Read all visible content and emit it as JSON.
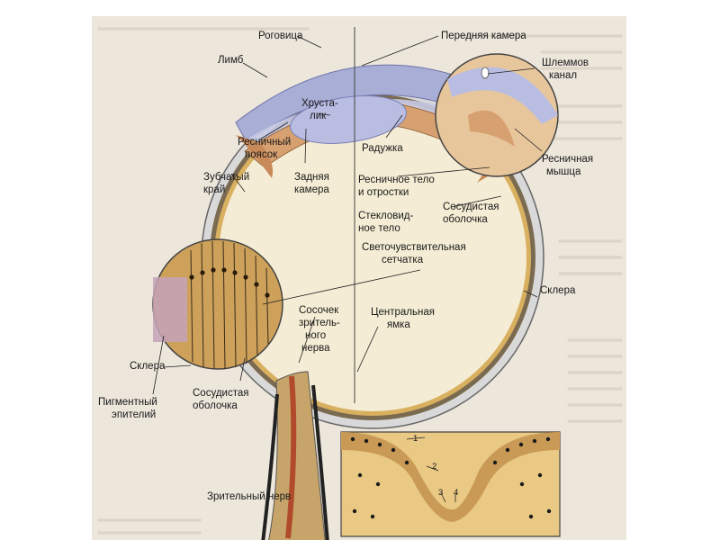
{
  "colors": {
    "background_page": "#ece6db",
    "cornea": "#a9aed6",
    "iris": "#d7a070",
    "lens": "#b9bde2",
    "vitreous": "#f4ecd4",
    "retina": "#d9b060",
    "choroid": "#7a6a50",
    "sclera": "#d9d9d9",
    "nerve": "#c7a56a",
    "vessel": "#b04a2a"
  },
  "labels": {
    "cornea": "Роговица",
    "anterior_chamber": "Передняя камера",
    "limbus": "Лимб",
    "schlemm_canal_1": "Шлеммов",
    "schlemm_canal_2": "канал",
    "lens_1": "Хруста-",
    "lens_2": "лик",
    "ciliary_girdle_1": "Ресничный",
    "ciliary_girdle_2": "поясок",
    "iris": "Радужка",
    "ciliary_muscle_1": "Ресничная",
    "ciliary_muscle_2": "мышца",
    "dentate_edge_1": "Зубчатый",
    "dentate_edge_2": "край",
    "posterior_chamber_1": "Задняя",
    "posterior_chamber_2": "камера",
    "ciliary_body_1": "Ресничное тело",
    "ciliary_body_2": "и отростки",
    "vitreous_1": "Стекловид-",
    "vitreous_2": "ное тело",
    "choroid_1": "Сосудистая",
    "choroid_2": "оболочка",
    "retina_1": "Светочувствительная",
    "retina_2": "сетчатка",
    "sclera_right": "Склера",
    "optic_disc_1": "Сосочек",
    "optic_disc_2": "зритель-",
    "optic_disc_3": "ного",
    "optic_disc_4": "нерва",
    "fovea_1": "Центральная",
    "fovea_2": "ямка",
    "sclera_left": "Склера",
    "pigment_epithelium_1": "Пигментный",
    "pigment_epithelium_2": "эпителий",
    "choroid_inset_1": "Сосудистая",
    "choroid_inset_2": "оболочка",
    "optic_nerve": "Зрительный нерв"
  },
  "fovea_inset_numbers": [
    "1",
    "2",
    "3",
    "4"
  ]
}
